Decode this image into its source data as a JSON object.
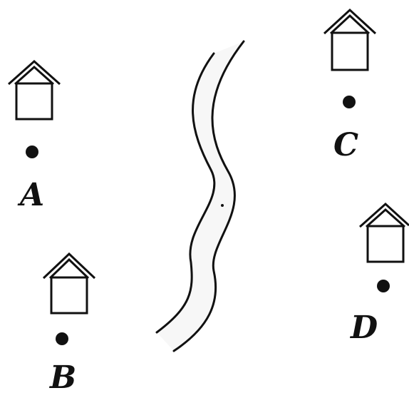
{
  "diagram": {
    "colors": {
      "ink": "#111111",
      "background": "#ffffff",
      "river_fill": "#f7f7f7"
    },
    "houses": [
      {
        "id": "A",
        "icon": "house-icon",
        "label": "A"
      },
      {
        "id": "B",
        "icon": "house-icon",
        "label": "B"
      },
      {
        "id": "C",
        "icon": "house-icon",
        "label": "C"
      },
      {
        "id": "D",
        "icon": "house-icon",
        "label": "D"
      }
    ],
    "river": {
      "icon": "river-icon"
    }
  }
}
